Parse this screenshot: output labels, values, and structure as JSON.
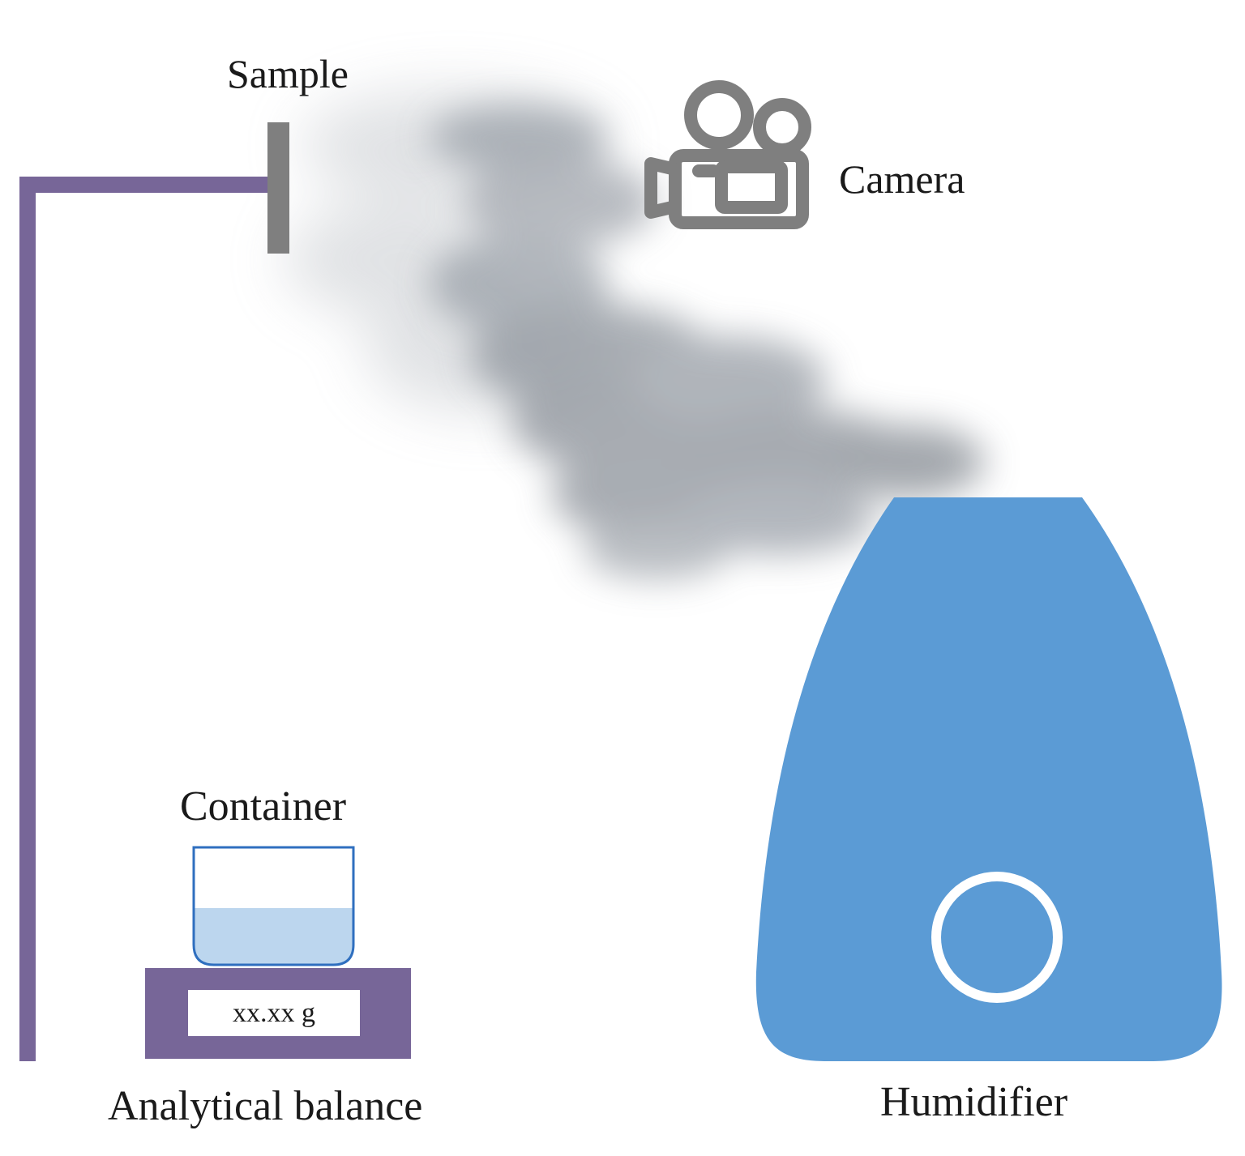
{
  "labels": {
    "sample": "Sample",
    "camera": "Camera",
    "container": "Container",
    "balance": "Analytical balance",
    "humidifier": "Humidifier"
  },
  "balance_display": {
    "reading": "xx.xx g"
  },
  "icons": {
    "camera": "video-camera-icon"
  },
  "colors": {
    "stand": "#776698",
    "sample_holder": "#7f7f7f",
    "camera_icon": "#7f7f7f",
    "balance": "#776698",
    "container_outline": "#2f6fbf",
    "container_water": "#bcd6ee",
    "humidifier_body": "#5b9bd5",
    "humidifier_ring": "#ffffff",
    "mist": "#9aa0a8"
  }
}
